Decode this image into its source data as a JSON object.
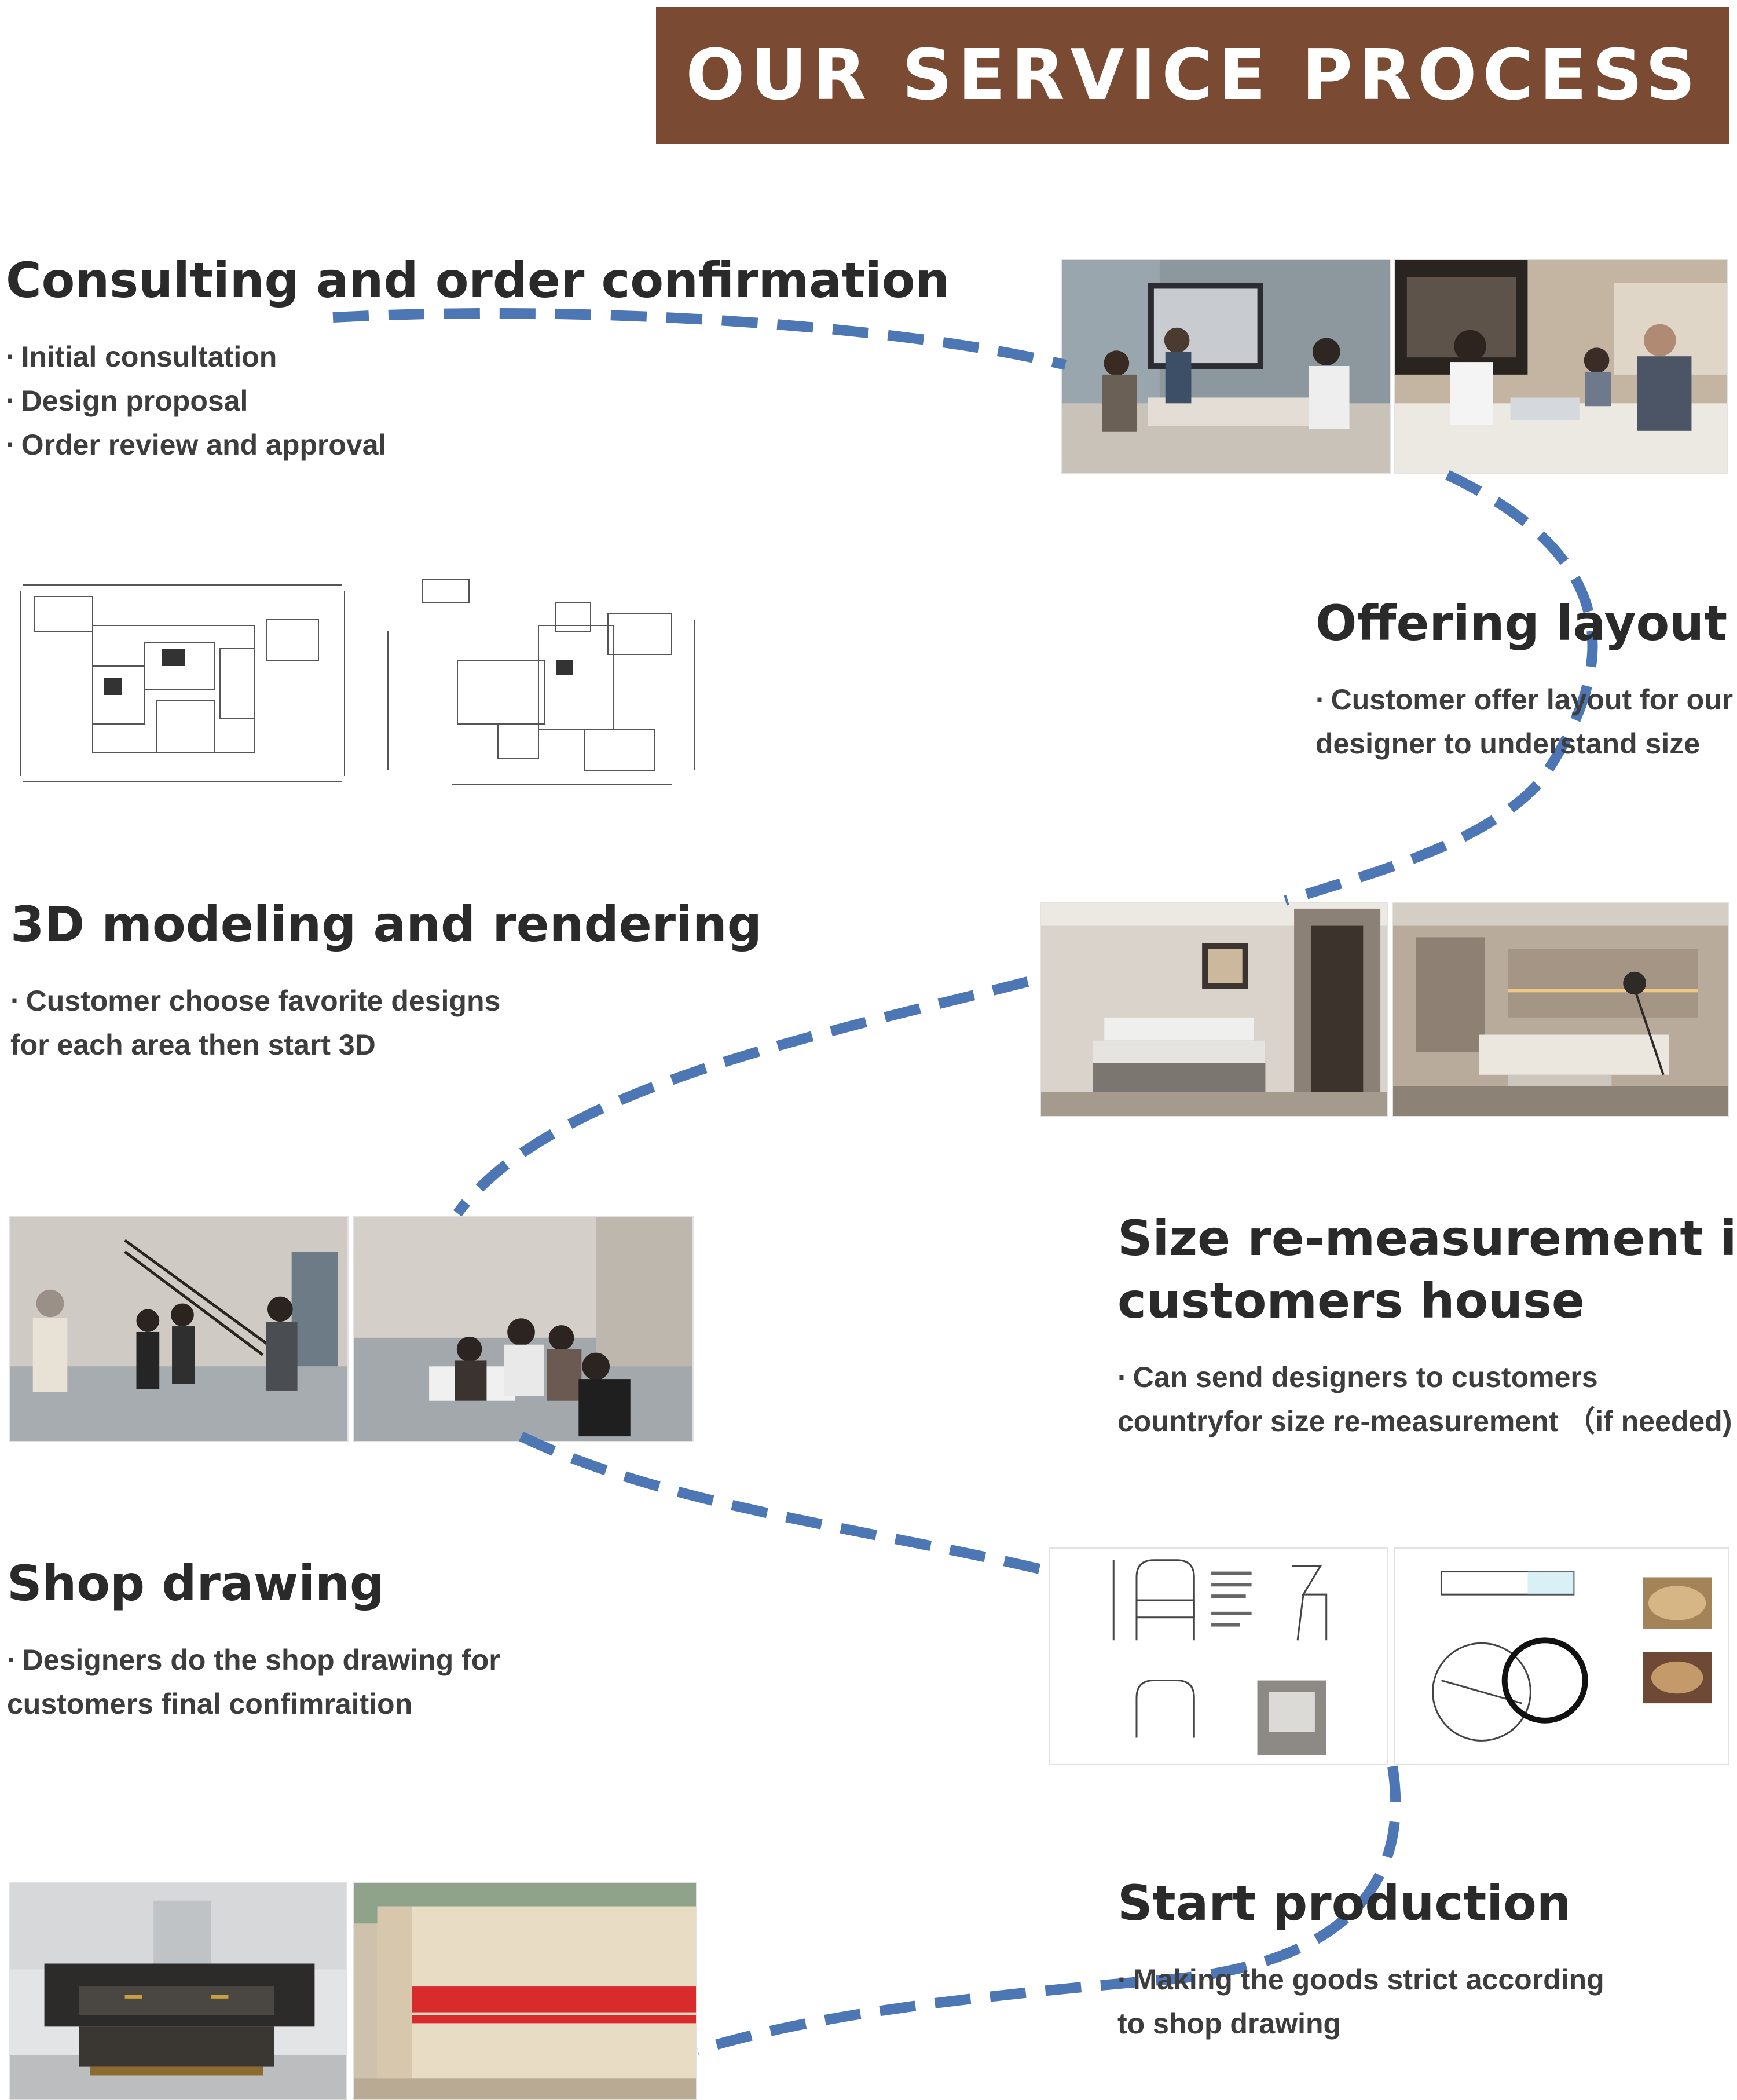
{
  "banner": {
    "title": "OUR SERVICE PROCESS"
  },
  "colors": {
    "banner": "#7a4a32",
    "path": "#4d76b5",
    "text": "#2a2a2a"
  },
  "steps": [
    {
      "title": "Consulting and order confirmation",
      "bullets": [
        "Initial consultation",
        "Design proposal",
        "Order review and approval"
      ]
    },
    {
      "title": "Offering layout",
      "bullets": [
        "Customer offer layout for our",
        "designer to understand size"
      ]
    },
    {
      "title": "3D modeling and rendering",
      "bullets": [
        "Customer choose favorite designs",
        "for each area then start 3D"
      ]
    },
    {
      "title_line1": "Size re-measurement in",
      "title_line2": "customers house",
      "bullets": [
        "Can send designers to customers",
        "countryfor size re-measurement （if needed)"
      ]
    },
    {
      "title": "Shop drawing",
      "bullets": [
        "Designers do the shop drawing for",
        "customers final confimraition"
      ]
    },
    {
      "title": "Start production",
      "bullets": [
        "Making the goods strict according",
        "to shop drawing"
      ]
    }
  ],
  "bullet_mark": "·"
}
